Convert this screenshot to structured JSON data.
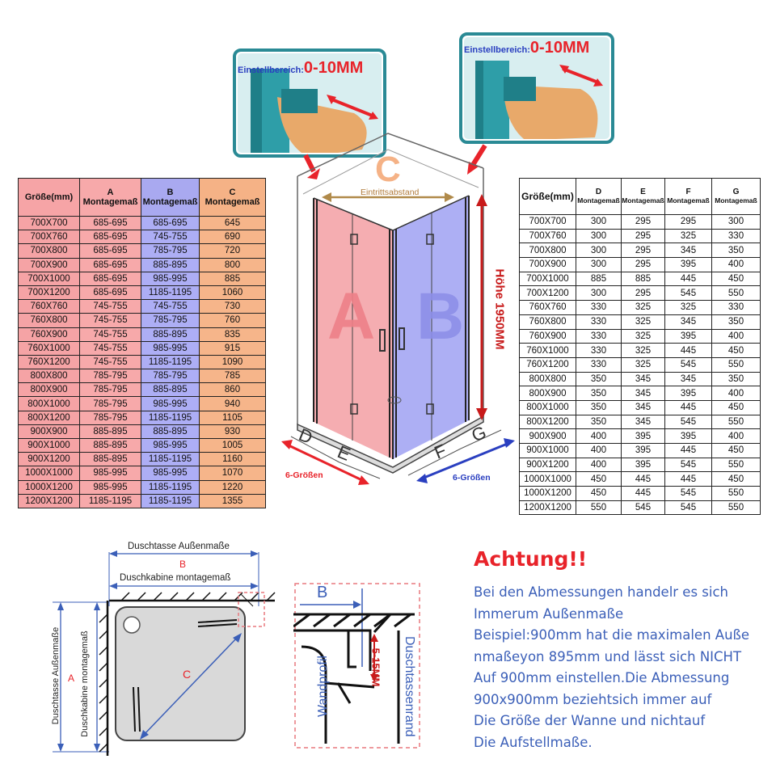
{
  "callouts": {
    "label": "Einstellbereich:",
    "range": "0-10MM"
  },
  "left_table": {
    "headers": [
      {
        "main": "Größe(mm)",
        "sub": ""
      },
      {
        "main": "A",
        "sub": "Montagemaß"
      },
      {
        "main": "B",
        "sub": "Montagemaß"
      },
      {
        "main": "C",
        "sub": "Montagemaß"
      }
    ],
    "rows": [
      [
        "700X700",
        "685-695",
        "685-695",
        "645"
      ],
      [
        "700X760",
        "685-695",
        "745-755",
        "690"
      ],
      [
        "700X800",
        "685-695",
        "785-795",
        "720"
      ],
      [
        "700X900",
        "685-695",
        "885-895",
        "800"
      ],
      [
        "700X1000",
        "685-695",
        "985-995",
        "885"
      ],
      [
        "700X1200",
        "685-695",
        "1185-1195",
        "1060"
      ],
      [
        "760X760",
        "745-755",
        "745-755",
        "730"
      ],
      [
        "760X800",
        "745-755",
        "785-795",
        "760"
      ],
      [
        "760X900",
        "745-755",
        "885-895",
        "835"
      ],
      [
        "760X1000",
        "745-755",
        "985-995",
        "915"
      ],
      [
        "760X1200",
        "745-755",
        "1185-1195",
        "1090"
      ],
      [
        "800X800",
        "785-795",
        "785-795",
        "785"
      ],
      [
        "800X900",
        "785-795",
        "885-895",
        "860"
      ],
      [
        "800X1000",
        "785-795",
        "985-995",
        "940"
      ],
      [
        "800X1200",
        "785-795",
        "1185-1195",
        "1105"
      ],
      [
        "900X900",
        "885-895",
        "885-895",
        "930"
      ],
      [
        "900X1000",
        "885-895",
        "985-995",
        "1005"
      ],
      [
        "900X1200",
        "885-895",
        "1185-1195",
        "1160"
      ],
      [
        "1000X1000",
        "985-995",
        "985-995",
        "1070"
      ],
      [
        "1000X1200",
        "985-995",
        "1185-1195",
        "1220"
      ],
      [
        "1200X1200",
        "1185-1195",
        "1185-1195",
        "1355"
      ]
    ]
  },
  "right_table": {
    "headers": [
      {
        "main": "Größe(mm)",
        "sub": ""
      },
      {
        "main": "D",
        "sub": "Montagemaß"
      },
      {
        "main": "E",
        "sub": "Montagemaß"
      },
      {
        "main": "F",
        "sub": "Montagemaß"
      },
      {
        "main": "G",
        "sub": "Montagemaß"
      }
    ],
    "rows": [
      [
        "700X700",
        "300",
        "295",
        "295",
        "300"
      ],
      [
        "700X760",
        "300",
        "295",
        "325",
        "330"
      ],
      [
        "700X800",
        "300",
        "295",
        "345",
        "350"
      ],
      [
        "700X900",
        "300",
        "295",
        "395",
        "400"
      ],
      [
        "700X1000",
        "885",
        "885",
        "445",
        "450"
      ],
      [
        "700X1200",
        "300",
        "295",
        "545",
        "550"
      ],
      [
        "760X760",
        "330",
        "325",
        "325",
        "330"
      ],
      [
        "760X800",
        "330",
        "325",
        "345",
        "350"
      ],
      [
        "760X900",
        "330",
        "325",
        "395",
        "400"
      ],
      [
        "760X1000",
        "330",
        "325",
        "445",
        "450"
      ],
      [
        "760X1200",
        "330",
        "325",
        "545",
        "550"
      ],
      [
        "800X800",
        "350",
        "345",
        "345",
        "350"
      ],
      [
        "800X900",
        "350",
        "345",
        "395",
        "400"
      ],
      [
        "800X1000",
        "350",
        "345",
        "445",
        "450"
      ],
      [
        "800X1200",
        "350",
        "345",
        "545",
        "550"
      ],
      [
        "900X900",
        "400",
        "395",
        "395",
        "400"
      ],
      [
        "900X1000",
        "400",
        "395",
        "445",
        "450"
      ],
      [
        "900X1200",
        "400",
        "395",
        "545",
        "550"
      ],
      [
        "1000X1000",
        "450",
        "445",
        "445",
        "450"
      ],
      [
        "1000X1200",
        "450",
        "445",
        "545",
        "550"
      ],
      [
        "1200X1200",
        "550",
        "545",
        "545",
        "550"
      ]
    ]
  },
  "enclosure": {
    "label_a": "A",
    "label_b": "B",
    "label_c": "C",
    "label_d": "D",
    "label_e": "E",
    "label_f": "F",
    "label_g": "G",
    "entry_width": "Eintrittsabstand",
    "height": "Höhe 1950MM",
    "sizes_left": "6-Größen",
    "sizes_right": "6-Größen"
  },
  "plan": {
    "tray_outer": "Duschtasse Außenmaße",
    "label_b": "B",
    "cabin_mount": "Duschkabine montagemaß",
    "tray_outer_vertical": "Duschtasse Außenmaße",
    "label_a": "A",
    "cabin_mount_vertical": "Duschkabine montagemaß",
    "label_c": "C"
  },
  "detail": {
    "label_b": "B",
    "gap": "5-15MM",
    "wall_profile": "Wandprofil",
    "tray_edge": "Duschtassenrand"
  },
  "notice": {
    "title": "Achtung!!",
    "lines": [
      "Bei den Abmessungen handelr es sich",
      "Immerum Außenmaße",
      "Beispiel:900mm hat die maximalen Auße",
      "nmaßeyon 895mm und lässt sich NICHT",
      "Auf 900mm einstellen.Die Abmessung",
      "900x900mm beziehtsich immer auf",
      "Die Größe der Wanne und nichtauf",
      "Die Aufstellmaße."
    ]
  },
  "colors": {
    "red_panel": "#f4a9ad",
    "blue_panel": "#a9abf3",
    "orange": "#f5b286",
    "callout_frame": "#2a8a95",
    "arrow_red": "#e8232a",
    "arrow_blue": "#2a3fc0",
    "notice_red": "#e8232a",
    "notice_blue": "#3b5fb8"
  }
}
